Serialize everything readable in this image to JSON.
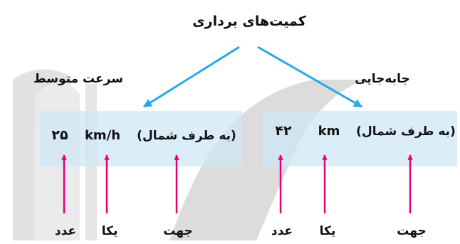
{
  "title": "کمیت‌های برداری",
  "colors": {
    "arrow_blue": "#2aa7e6",
    "arrow_pink": "#e6007e",
    "box_fill": "#cfe8f5",
    "watermark": "#d9d9d9",
    "text": "#111111"
  },
  "left": {
    "label": "سرعت متوسط",
    "number": "۲۵",
    "unit": "km/h",
    "direction": "(به طرف شمال)",
    "captions": {
      "number": "عدد",
      "unit": "یکا",
      "direction": "جهت"
    }
  },
  "right": {
    "label": "جابه‌جایی",
    "number": "۴۲",
    "unit": "km",
    "direction": "(به طرف شمال)",
    "captions": {
      "number": "عدد",
      "unit": "یکا",
      "direction": "جهت"
    }
  }
}
